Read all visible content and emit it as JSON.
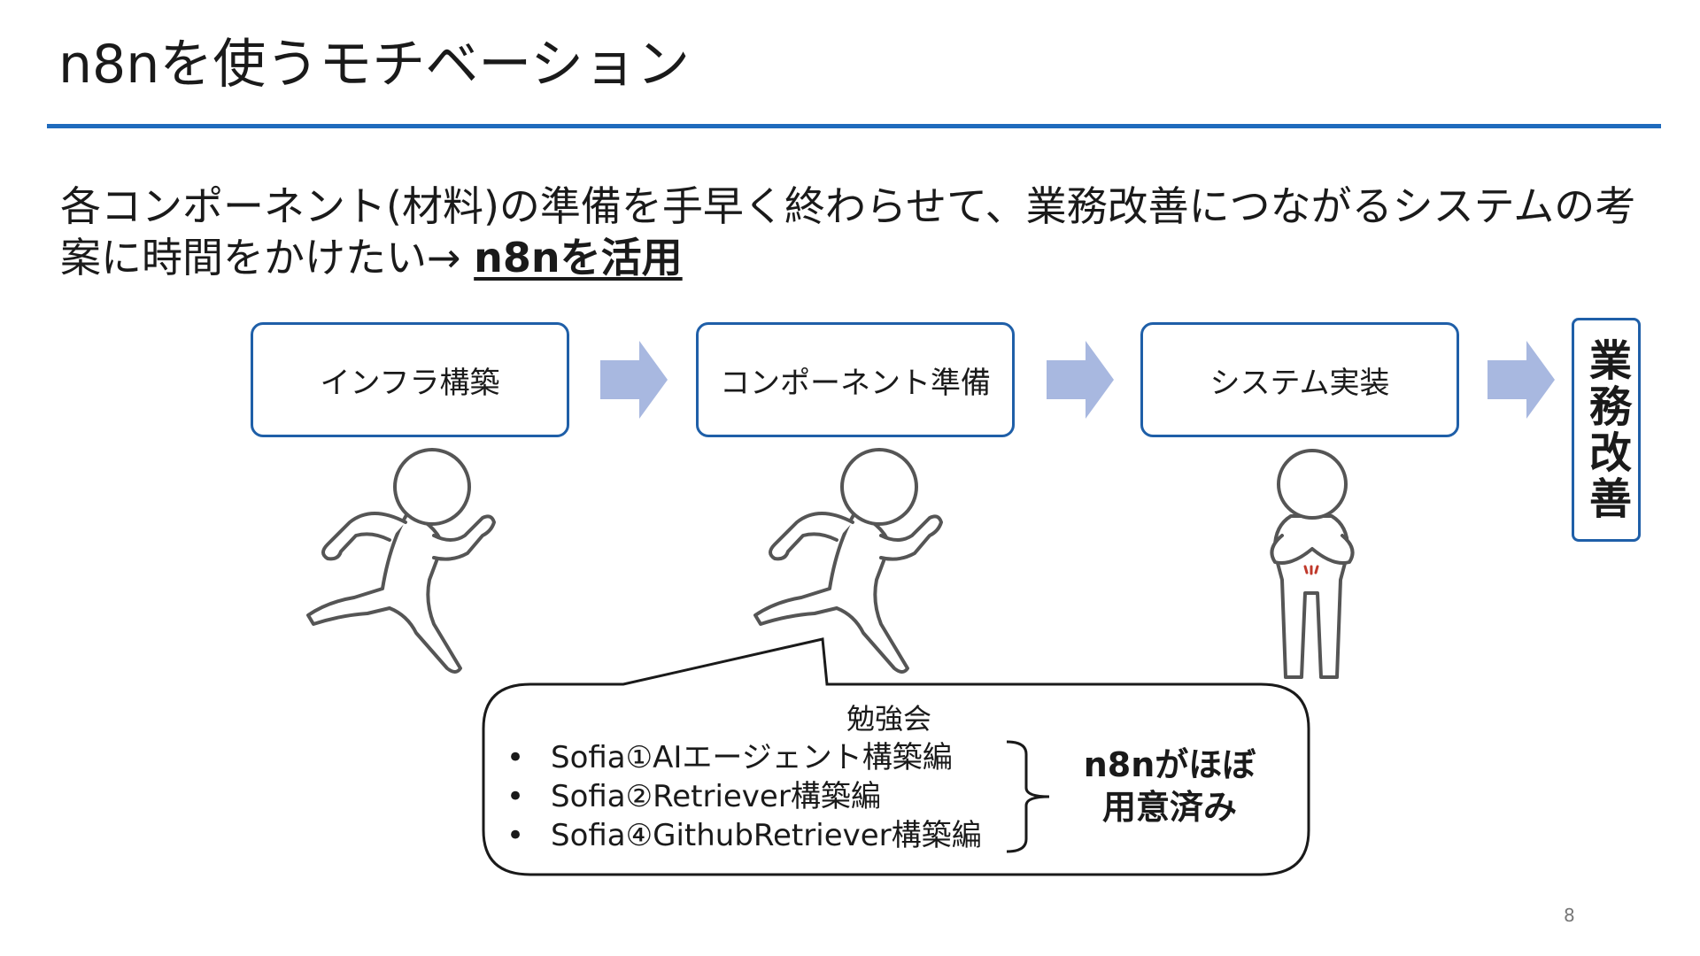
{
  "slide": {
    "title": "n8nを使うモチベーション",
    "body_text": "各コンポーネント(材料)の準備を手早く終わらせて、業務改善につながるシステムの考案に時間をかけたい→ ",
    "body_highlight": "n8nを活用",
    "page_number": "8"
  },
  "flow": {
    "steps": [
      "インフラ構築",
      "コンポーネント準備",
      "システム実装"
    ],
    "goal": "業務改善"
  },
  "callout": {
    "heading": "勉強会",
    "items": [
      "Sofia①AIエージェント構築編",
      "Sofia②Retriever構築編",
      "Sofia④GithubRetriever構築編"
    ],
    "bullet": "•",
    "result_line1": "n8nがほぼ",
    "result_line2": "用意済み"
  },
  "colors": {
    "accent": "#1f6bbd",
    "box_border": "#1f5fa8",
    "arrow": "#a8b8e0",
    "figure_stroke": "#555555",
    "mark_red": "#c0392b"
  },
  "icons": [
    "running-figure-icon",
    "standing-figure-icon",
    "right-arrow-icon"
  ]
}
